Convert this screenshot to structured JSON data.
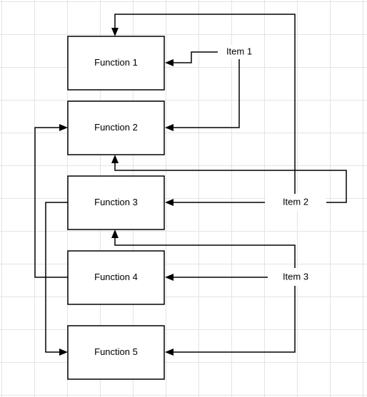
{
  "functions": [
    {
      "id": "f1",
      "label": "Function 1"
    },
    {
      "id": "f2",
      "label": "Function 2"
    },
    {
      "id": "f3",
      "label": "Function 3"
    },
    {
      "id": "f4",
      "label": "Function 4"
    },
    {
      "id": "f5",
      "label": "Function 5"
    }
  ],
  "items": [
    {
      "id": "i1",
      "label": "Item 1"
    },
    {
      "id": "i2",
      "label": "Item 2"
    },
    {
      "id": "i3",
      "label": "Item 3"
    }
  ],
  "connections": [
    {
      "from": "Item 1",
      "to": "Function 1"
    },
    {
      "from": "Item 1",
      "to": "Function 2"
    },
    {
      "from": "Item 2",
      "to": "Function 1"
    },
    {
      "from": "Item 2",
      "to": "Function 2"
    },
    {
      "from": "Item 2",
      "to": "Function 3"
    },
    {
      "from": "Item 3",
      "to": "Function 3"
    },
    {
      "from": "Item 3",
      "to": "Function 4"
    },
    {
      "from": "Item 3",
      "to": "Function 5"
    },
    {
      "from": "Function 3",
      "to": "Function 5"
    },
    {
      "from": "Function 4",
      "to": "Function 2"
    }
  ]
}
